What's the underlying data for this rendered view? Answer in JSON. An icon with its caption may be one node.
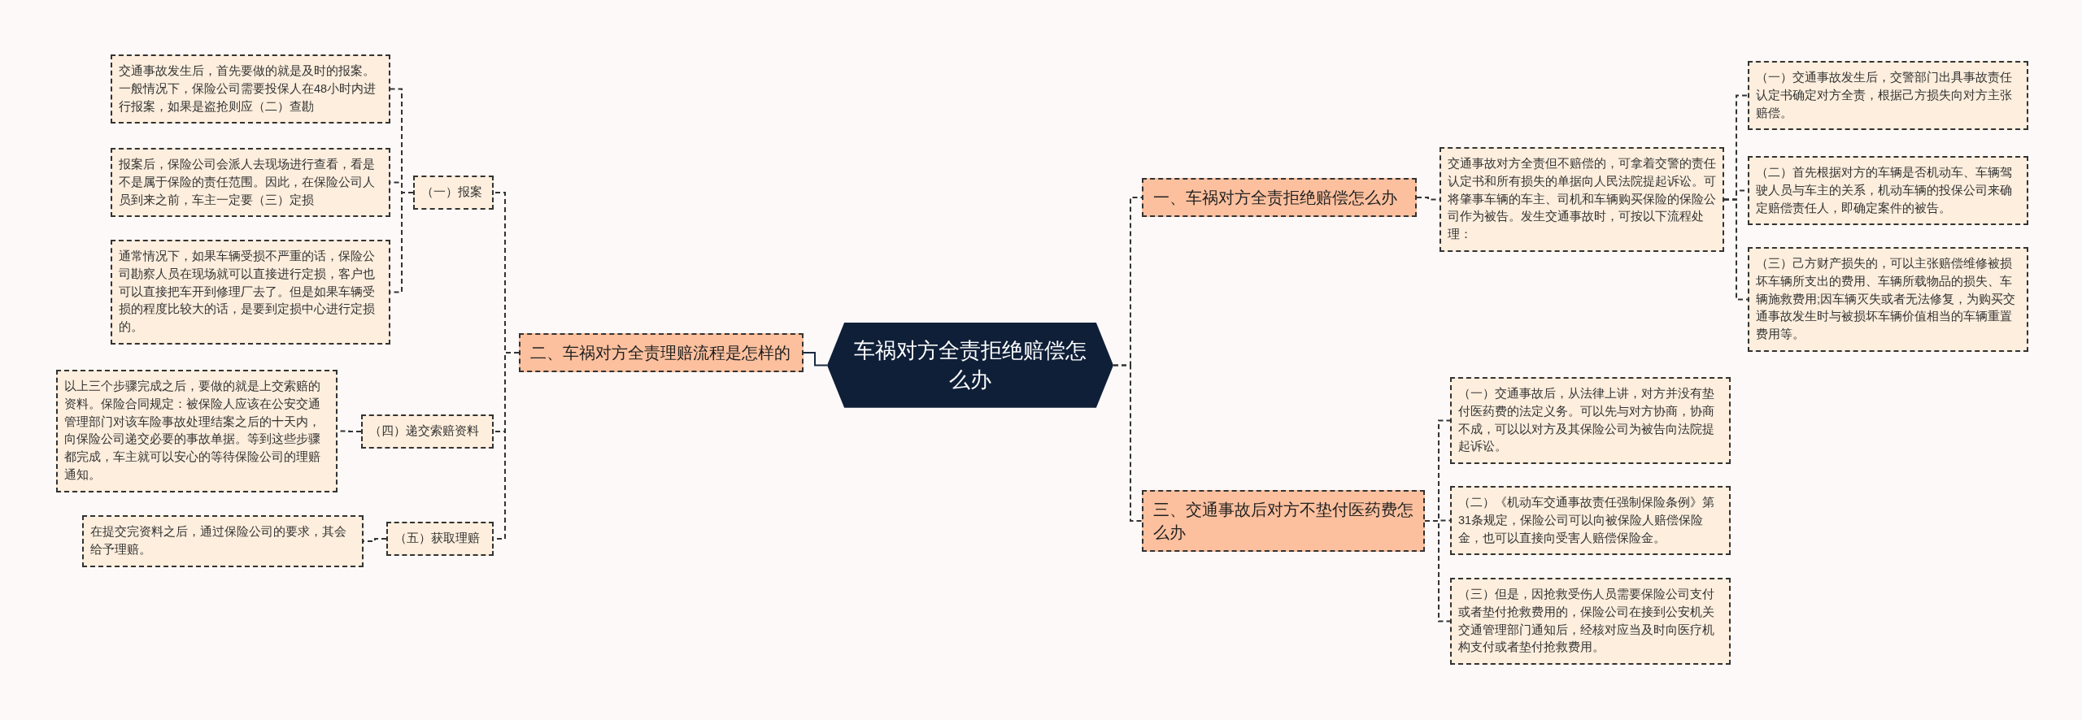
{
  "diagram": {
    "nodes": [
      {
        "text": [
          "车祸对方全责拒绝赔偿怎么办"
        ]
      },
      {
        "text": [
          "一、车祸对方全责拒绝赔偿怎么办"
        ]
      },
      {
        "text": [
          "交通事故对方全责但不赔偿的，可拿着交警的责任认定书和所有损失的单据向人民法院提起诉讼。可将肇事车辆的车主、司机和车辆购买保险的保险公司作为被告。发生交通事故时，可按以下流程处理："
        ]
      },
      {
        "text": [
          "（一）交通事故发生后，交警部门出具事故责任认定书确定对方全责，根据己方损失向对方主张赔偿。"
        ]
      },
      {
        "text": [
          "（二）首先根据对方的车辆是否机动车、车辆驾驶人员与车主的关系，机动车辆的投保公司来确定赔偿责任人，即确定案件的被告。"
        ]
      },
      {
        "text": [
          "（三）己方财产损失的，可以主张赔偿维修被损坏车辆所支出的费用、车辆所载物品的损失、车辆施救费用;因车辆灭失或者无法修复，为购买交通事故发生时与被损坏车辆价值相当的车辆重置费用等。"
        ]
      },
      {
        "text": [
          "二、车祸对方全责理赔流程是怎样的"
        ]
      },
      {
        "text": [
          "（一）报案"
        ]
      },
      {
        "text": [
          "交通事故发生后，首先要做的就是及时的报案。一般情况下，保险公司需要投保人在48小时内进行报案，如果是盗抢则应（二）查勘"
        ]
      },
      {
        "text": [
          "报案后，保险公司会派人去现场进行查看，看是不是属于保险的责任范围。因此，在保险公司人员到来之前，车主一定要（三）定损"
        ]
      },
      {
        "text": [
          "通常情况下，如果车辆受损不严重的话，保险公司勘察人员在现场就可以直接进行定损，客户也可以直接把车开到修理厂去了。但是如果车辆受损的程度比较大的话，是要到定损中心进行定损的。"
        ]
      },
      {
        "text": [
          "（四）递交索赔资料"
        ]
      },
      {
        "text": [
          "以上三个步骤完成之后，要做的就是上交索赔的资料。保险合同规定：被保险人应该在公安交通管理部门对该车险事故处理结案之后的十天内，向保险公司递交必要的事故单据。等到这些步骤都完成，车主就可以安心的等待保险公司的理赔通知。"
        ]
      },
      {
        "text": [
          "（五）获取理赔"
        ]
      },
      {
        "text": [
          "在提交完资料之后，通过保险公司的要求，其会给予理赔。"
        ]
      },
      {
        "text": [
          "三、交通事故后对方不垫付医药费怎么办"
        ]
      },
      {
        "text": [
          "（一）交通事故后，从法律上讲，对方并没有垫付医药费的法定义务。可以先与对方协商，协商不成，可以以对方及其保险公司为被告向法院提起诉讼。"
        ]
      },
      {
        "text": [
          "（二）《机动车交通事故责任强制保险条例》第31条规定，保险公司可以向被保险人赔偿保险金，也可以直接向受害人赔偿保险金。"
        ]
      },
      {
        "text": [
          "（三）但是，因抢救受伤人员需要保险公司支付或者垫付抢救费用的，保险公司在接到公安机关交通管理部门通知后，经核对应当及时向医疗机构支付或者垫付抢救费用。"
        ]
      }
    ],
    "edges": [
      {
        "from": 0,
        "to": 1,
        "arrow": "none",
        "style": "dashed"
      },
      {
        "from": 1,
        "to": 2,
        "arrow": "none",
        "style": "dashed"
      },
      {
        "from": 2,
        "to": 3,
        "arrow": "none",
        "style": "dashed"
      },
      {
        "from": 2,
        "to": 4,
        "arrow": "none",
        "style": "dashed"
      },
      {
        "from": 2,
        "to": 5,
        "arrow": "none",
        "style": "dashed"
      },
      {
        "from": 0,
        "to": 6,
        "arrow": "none"
      },
      {
        "from": 6,
        "to": 7,
        "arrow": "none",
        "style": "dashed"
      },
      {
        "from": 7,
        "to": 8,
        "arrow": "none",
        "style": "dashed"
      },
      {
        "from": 7,
        "to": 9,
        "arrow": "none",
        "style": "dashed"
      },
      {
        "from": 7,
        "to": 10,
        "arrow": "none",
        "style": "dashed"
      },
      {
        "from": 6,
        "to": 11,
        "arrow": "none",
        "style": "dashed"
      },
      {
        "from": 11,
        "to": 12,
        "arrow": "none",
        "style": "dashed"
      },
      {
        "from": 6,
        "to": 13,
        "arrow": "none",
        "style": "dashed"
      },
      {
        "from": 13,
        "to": 14,
        "arrow": "none",
        "style": "dashed"
      },
      {
        "from": 0,
        "to": 15,
        "arrow": "none",
        "style": "dashed"
      },
      {
        "from": 15,
        "to": 16,
        "arrow": "none",
        "style": "dashed"
      },
      {
        "from": 15,
        "to": 17,
        "arrow": "none",
        "style": "dashed"
      },
      {
        "from": 15,
        "to": 18,
        "arrow": "none",
        "style": "dashed"
      }
    ]
  }
}
